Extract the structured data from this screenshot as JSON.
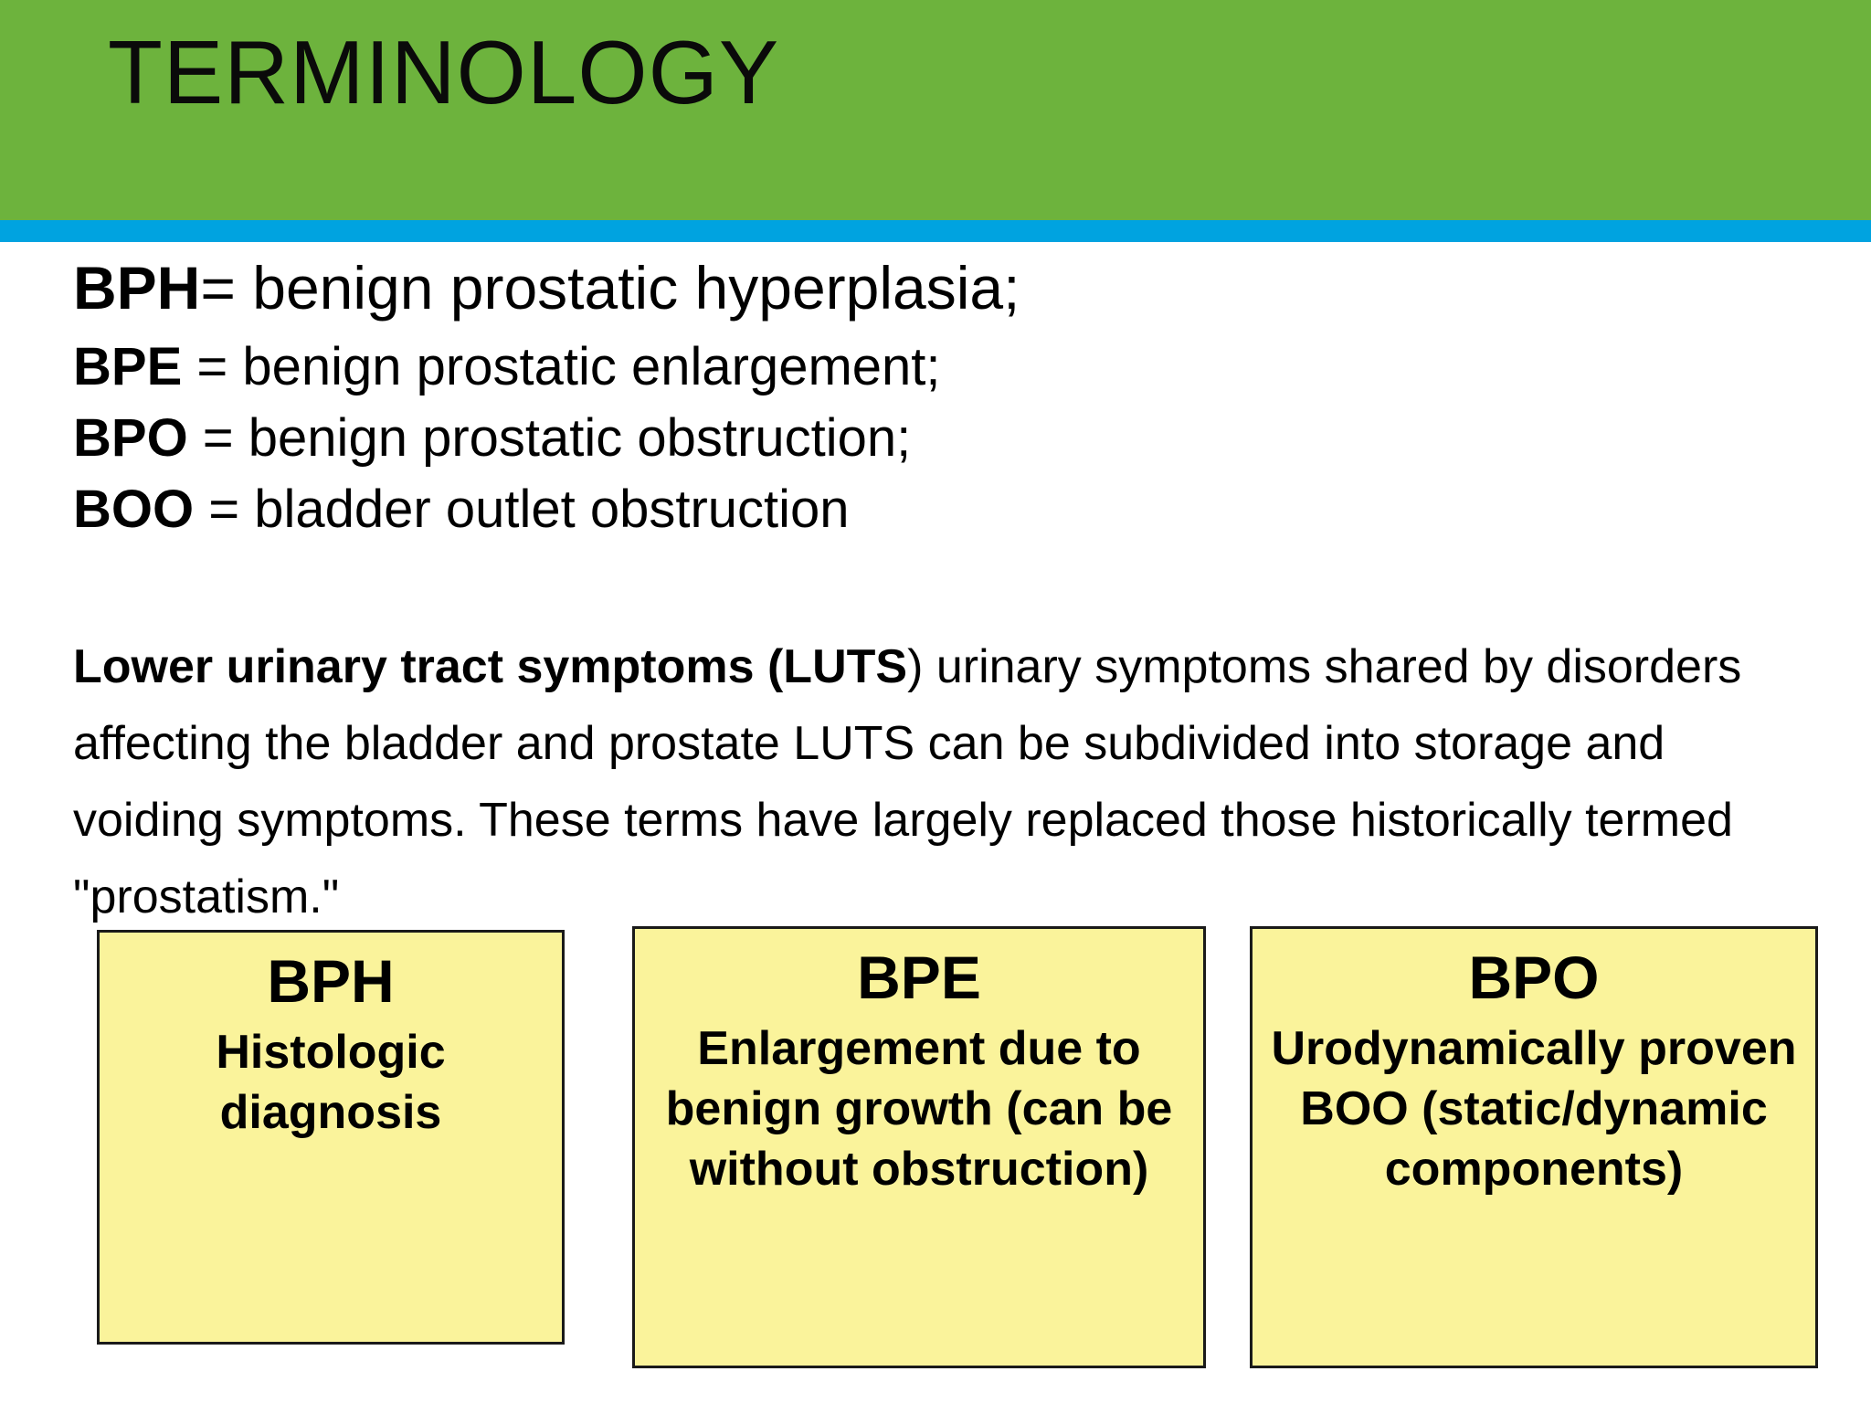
{
  "slide": {
    "title": "TERMINOLOGY",
    "colors": {
      "header_green": "#6DB33D",
      "header_rule_blue": "#00A3E0",
      "box_yellow": "#FAF39B",
      "box_border": "#1A1A1A",
      "text": "#000000"
    }
  },
  "definitions": [
    {
      "abbr": "BPH",
      "text": "= benign prostatic hyperplasia;"
    },
    {
      "abbr": "BPE",
      "text": " = benign prostatic enlargement;"
    },
    {
      "abbr": "BPO",
      "text": " = benign prostatic obstruction;"
    },
    {
      "abbr": "BOO",
      "text": " = bladder outlet obstruction"
    }
  ],
  "paragraph": {
    "lead": "Lower urinary tract symptoms (LUTS",
    "body": ") urinary symptoms shared by disorders affecting the bladder and prostate LUTS can be subdivided into storage and voiding symptoms. These terms have largely replaced those historically termed \"prostatism.\""
  },
  "boxes": [
    {
      "title": "BPH",
      "desc": "Histologic diagnosis"
    },
    {
      "title": "BPE",
      "desc": "Enlargement due to benign growth (can be without obstruction)"
    },
    {
      "title": "BPO",
      "desc": "Urodynamically proven BOO (static/dynamic components)"
    }
  ]
}
